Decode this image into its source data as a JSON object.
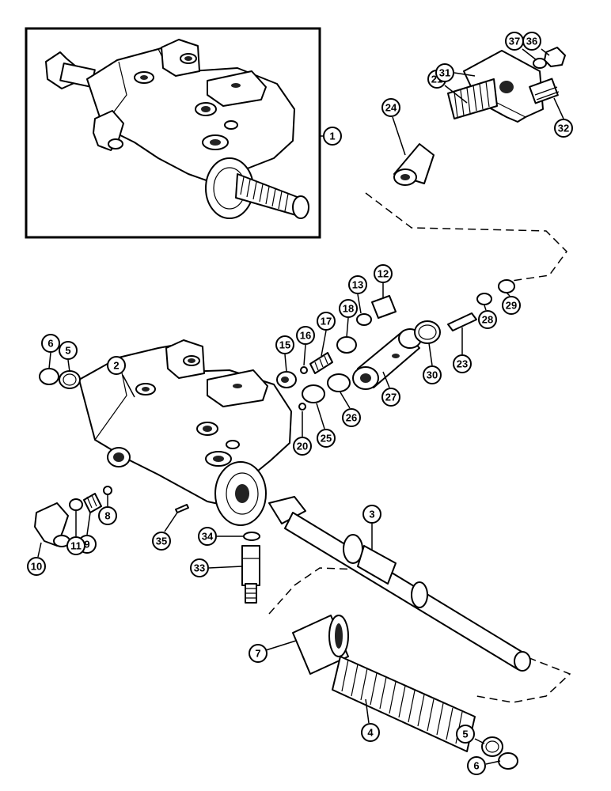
{
  "callouts": [
    {
      "id": "c1",
      "label": "1"
    },
    {
      "id": "c2",
      "label": "2"
    },
    {
      "id": "c3",
      "label": "3"
    },
    {
      "id": "c4",
      "label": "4"
    },
    {
      "id": "c5a",
      "label": "5"
    },
    {
      "id": "c5b",
      "label": "5"
    },
    {
      "id": "c6a",
      "label": "6"
    },
    {
      "id": "c6b",
      "label": "6"
    },
    {
      "id": "c7",
      "label": "7"
    },
    {
      "id": "c8",
      "label": "8"
    },
    {
      "id": "c9",
      "label": "9"
    },
    {
      "id": "c10",
      "label": "10"
    },
    {
      "id": "c11",
      "label": "11"
    },
    {
      "id": "c12",
      "label": "12"
    },
    {
      "id": "c13",
      "label": "13"
    },
    {
      "id": "c15",
      "label": "15"
    },
    {
      "id": "c16",
      "label": "16"
    },
    {
      "id": "c17",
      "label": "17"
    },
    {
      "id": "c18",
      "label": "18"
    },
    {
      "id": "c20",
      "label": "20"
    },
    {
      "id": "c21",
      "label": "21"
    },
    {
      "id": "c23",
      "label": "23"
    },
    {
      "id": "c24",
      "label": "24"
    },
    {
      "id": "c25",
      "label": "25"
    },
    {
      "id": "c26",
      "label": "26"
    },
    {
      "id": "c27",
      "label": "27"
    },
    {
      "id": "c28",
      "label": "28"
    },
    {
      "id": "c29",
      "label": "29"
    },
    {
      "id": "c30",
      "label": "30"
    },
    {
      "id": "c31",
      "label": "31"
    },
    {
      "id": "c32",
      "label": "32"
    },
    {
      "id": "c33",
      "label": "33"
    },
    {
      "id": "c34",
      "label": "34"
    },
    {
      "id": "c35",
      "label": "35"
    },
    {
      "id": "c36",
      "label": "36"
    },
    {
      "id": "c37",
      "label": "37"
    }
  ]
}
